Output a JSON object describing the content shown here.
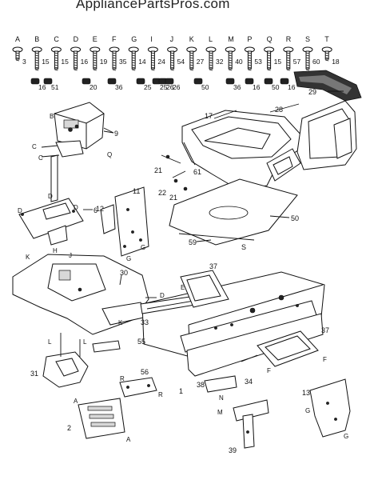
{
  "watermark": "AppliancePartsPros.com",
  "hardware_row": {
    "letters": [
      "A",
      "B",
      "C",
      "D",
      "E",
      "F",
      "G",
      "I",
      "J",
      "K",
      "L",
      "M",
      "P",
      "Q",
      "R",
      "S",
      "T"
    ],
    "numbers": [
      "3",
      "15",
      "15",
      "16",
      "19",
      "35",
      "14",
      "24",
      "54",
      "27",
      "32",
      "40",
      "53",
      "15",
      "57",
      "60",
      "18"
    ],
    "sub_numbers": [
      "16",
      "51",
      "20",
      "36",
      "25",
      "25",
      "26",
      "26",
      "50",
      "36",
      "16",
      "50",
      "16"
    ]
  },
  "callouts": {
    "c6": "6",
    "c9": "9",
    "c11": "11",
    "c12": "12",
    "c17": "17",
    "c21a": "21",
    "c21b": "21",
    "c22": "22",
    "c28": "28",
    "c29": "29",
    "c30": "30",
    "c31": "31",
    "c33": "33",
    "c34": "34",
    "c37a": "37",
    "c37b": "37",
    "c38": "38",
    "c39": "39",
    "c1": "1",
    "c2": "2",
    "c13": "13",
    "c50": "50",
    "c55": "55",
    "c56": "56",
    "c59": "59",
    "c61": "61",
    "cS": "S"
  },
  "pin_letters": {
    "B": "B",
    "C": "C",
    "D": "D",
    "E": "E",
    "F": "F",
    "G": "G",
    "H": "H",
    "K": "K",
    "L": "L",
    "M": "M",
    "N": "N",
    "R": "R",
    "A": "A",
    "J": "J",
    "Q": "Q"
  }
}
